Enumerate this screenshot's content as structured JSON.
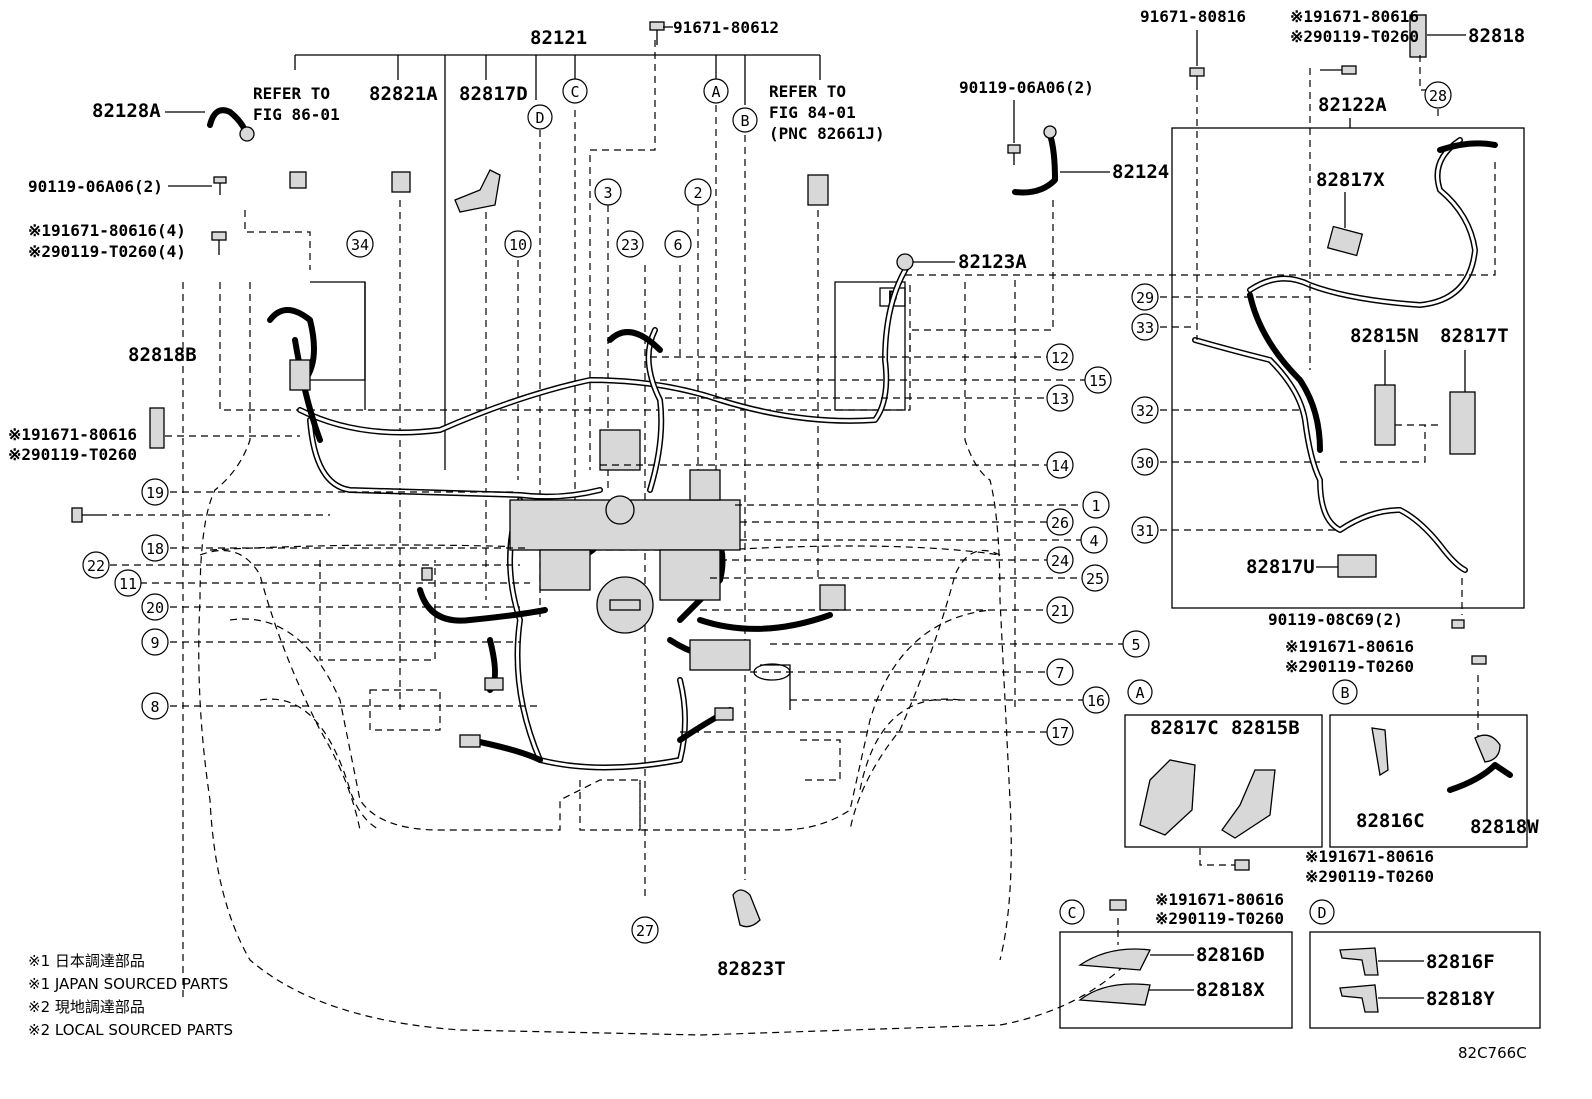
{
  "diagram_code": "82C766C",
  "notes": [
    "※1 日本調達部品",
    "※1 JAPAN SOURCED PARTS",
    "※2 現地調達部品",
    "※2 LOCAL SOURCED PARTS"
  ],
  "refer1": [
    "REFER TO",
    "FIG 86-01"
  ],
  "refer2": [
    "REFER TO",
    "FIG 84-01",
    "(PNC 82661J)"
  ],
  "part_labels": {
    "p82121": "82121",
    "p82128A": "82128A",
    "p82821A": "82821A",
    "p82817D": "82817D",
    "p82124": "82124",
    "p82123A": "82123A",
    "p82818B": "82818B",
    "p82818": "82818",
    "p82122A": "82122A",
    "p82817X": "82817X",
    "p82815N": "82815N",
    "p82817T": "82817T",
    "p82817U": "82817U",
    "p82823T": "82823T",
    "p82817C": "82817C",
    "p82815B": "82815B",
    "p82816C": "82816C",
    "p82818W": "82818W",
    "p82816D": "82816D",
    "p82818X": "82818X",
    "p82816F": "82816F",
    "p82818Y": "82818Y"
  },
  "fastener_labels": {
    "f_top": "91671-80612",
    "f_rt1": "91671-80816",
    "f_rt2": "※191671-80616",
    "f_rt3": "※290119-T0260",
    "f_9011906a06_right": "90119-06A06(2)",
    "f_9011906a06_left": "90119-06A06(2)",
    "f_left1": "※191671-80616(4)",
    "f_left2": "※290119-T0260(4)",
    "f_left3": "※191671-80616",
    "f_left4": "※290119-T0260",
    "f_08c69": "90119-08C69(2)",
    "f_r2a": "※191671-80616",
    "f_r2b": "※290119-T0260",
    "f_bot1": "※191671-80616",
    "f_bot2": "※290119-T0260",
    "f_c1": "※191671-80616",
    "f_c2": "※290119-T0260"
  },
  "letters": [
    "A",
    "B",
    "C",
    "D"
  ],
  "callouts": [
    "1",
    "2",
    "3",
    "4",
    "5",
    "6",
    "7",
    "8",
    "9",
    "10",
    "11",
    "12",
    "13",
    "14",
    "15",
    "16",
    "17",
    "18",
    "19",
    "20",
    "21",
    "22",
    "23",
    "24",
    "25",
    "26",
    "27",
    "28",
    "29",
    "30",
    "31",
    "32",
    "33",
    "34"
  ]
}
